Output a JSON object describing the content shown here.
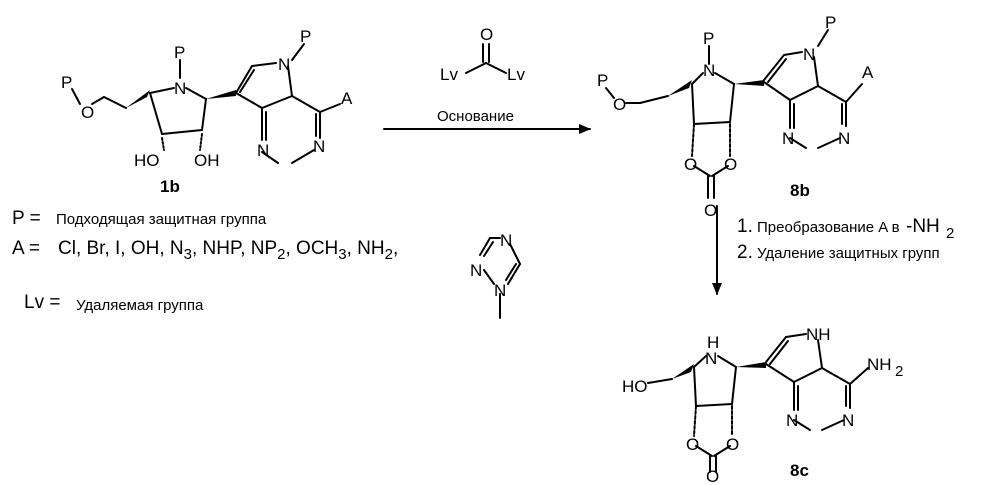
{
  "compounds": {
    "c1b": {
      "label": "1b",
      "atoms": {
        "p_o": "P",
        "o_ch2": "O",
        "p_n": "P",
        "n_ring": "N",
        "p_pyrrole": "P",
        "n_pyrrole": "N",
        "a": "A",
        "n1": "N",
        "n2": "N",
        "ho": "HO",
        "oh": "OH"
      }
    },
    "c8b": {
      "label": "8b",
      "atoms": {
        "p_o": "P",
        "o_ch2": "O",
        "p_n": "P",
        "n_ring": "N",
        "p_pyrrole": "P",
        "n_pyrrole": "N",
        "a": "A",
        "n1": "N",
        "n2": "N",
        "o_left": "O",
        "o_right": "O",
        "o_carbonyl": "O"
      }
    },
    "c8c": {
      "label": "8c",
      "atoms": {
        "ho": "HO",
        "nh_ring": "H",
        "n_ring": "N",
        "nh_pyrrole": "NH",
        "nh2": "NH",
        "nh2_sub": "2",
        "n1": "N",
        "n2": "N",
        "o_left": "O",
        "o_right": "O",
        "o_carbonyl": "O"
      }
    }
  },
  "reagent": {
    "o": "O",
    "lv_left": "Lv",
    "lv_right": "Lv"
  },
  "arrows": {
    "step1": {
      "condition": "Основание"
    },
    "step2": {
      "steps": [
        {
          "num": "1.",
          "text": "Преобразование A в",
          "group": "-NH",
          "sub": "2"
        },
        {
          "num": "2.",
          "text": "Удаление защитных групп"
        }
      ]
    }
  },
  "legend": {
    "p": {
      "symbol": "P =",
      "text": "Подходящая защитная группа"
    },
    "a": {
      "symbol": "A =",
      "items": [
        {
          "t": "Cl, Br, I, OH, N"
        },
        {
          "sub": "3"
        },
        {
          "t": ", NHP, NP"
        },
        {
          "sub": "2"
        },
        {
          "t": ", OCH"
        },
        {
          "sub": "3"
        },
        {
          "t": ", NH"
        },
        {
          "sub": "2"
        },
        {
          "t": ","
        }
      ]
    },
    "lv": {
      "symbol": "Lv =",
      "text": "Удаляемая группа"
    },
    "triazole": {
      "n1": "N",
      "n2": "N",
      "n3": "N"
    }
  }
}
